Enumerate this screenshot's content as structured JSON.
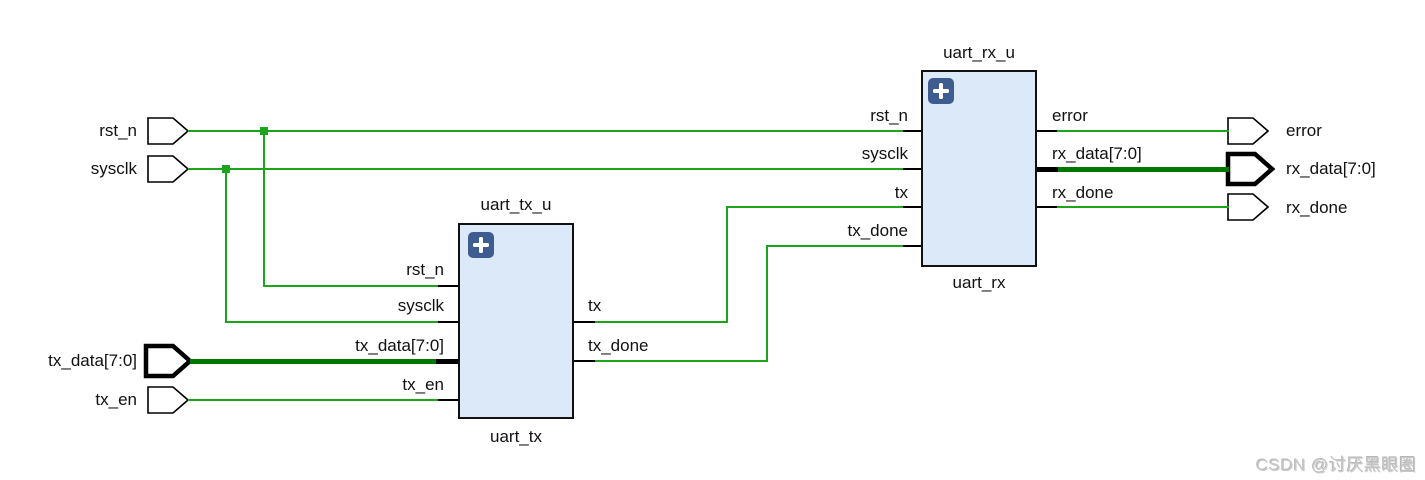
{
  "diagram": {
    "tool_style": "rtl-schematic",
    "external_ports": {
      "inputs": [
        {
          "label": "rst_n",
          "bus": false
        },
        {
          "label": "sysclk",
          "bus": false
        },
        {
          "label": "tx_data[7:0]",
          "bus": true
        },
        {
          "label": "tx_en",
          "bus": false
        }
      ],
      "outputs": [
        {
          "label": "error",
          "bus": false
        },
        {
          "label": "rx_data[7:0]",
          "bus": true
        },
        {
          "label": "rx_done",
          "bus": false
        }
      ]
    },
    "blocks": [
      {
        "instance": "uart_tx_u",
        "module": "uart_tx",
        "expand_icon": "plus-icon",
        "left_ports": [
          "rst_n",
          "sysclk",
          "tx_data[7:0]",
          "tx_en"
        ],
        "right_ports": [
          "tx",
          "tx_done"
        ]
      },
      {
        "instance": "uart_rx_u",
        "module": "uart_rx",
        "expand_icon": "plus-icon",
        "left_ports": [
          "rst_n",
          "sysclk",
          "tx",
          "tx_done"
        ],
        "right_ports": [
          "error",
          "rx_data[7:0]",
          "rx_done"
        ]
      }
    ],
    "nets": [
      "rst_n -> uart_tx_u.rst_n, uart_rx_u.rst_n",
      "sysclk -> uart_tx_u.sysclk, uart_rx_u.sysclk",
      "tx_data[7:0] -> uart_tx_u.tx_data[7:0]",
      "tx_en -> uart_tx_u.tx_en",
      "uart_tx_u.tx -> uart_rx_u.tx",
      "uart_tx_u.tx_done -> uart_rx_u.tx_done",
      "uart_rx_u.error -> error",
      "uart_rx_u.rx_data[7:0] -> rx_data[7:0]",
      "uart_rx_u.rx_done -> rx_done"
    ],
    "colors": {
      "wire": "#1CA41C",
      "bus": "#007800",
      "block_fill": "#DCE9F8",
      "block_border": "#111111",
      "plus_icon_bg": "#3E5C8F",
      "watermark": "#C9C9C9"
    }
  },
  "watermark": {
    "text": "CSDN @讨厌黑眼圈"
  }
}
